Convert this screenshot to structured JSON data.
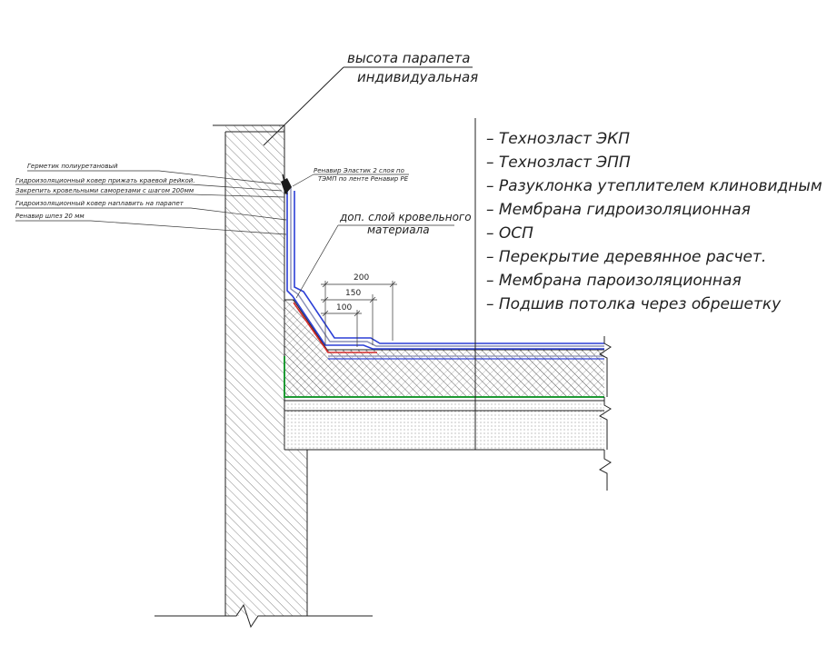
{
  "title": {
    "line1": "высота парапета",
    "line2": "индивидуальная"
  },
  "left_callouts": [
    "Герметик полиуретановый",
    "Гидроизоляционный ковер прижать краевой рейкой.",
    "Закрепить кровельными саморезами с шагом 200мм",
    "Гидроизоляционный ковер наплавить на парапет",
    "Ренавир шпез 20 мм"
  ],
  "top_callout": {
    "line1": "Ренавир Эластик 2 слоя по",
    "line2": "ТЭМП по ленте Ренавир РЕ"
  },
  "extra_layer_callout": {
    "line1": "доп. слой кровельного",
    "line2": "материала"
  },
  "dimensions": [
    "200",
    "150",
    "100"
  ],
  "layers": [
    "– Технозласт ЭКП",
    "– Технозласт ЭПП",
    "– Разуклонка утеплителем клиновидным индивид.",
    "– Мембрана гидроизоляционная",
    "– ОСП",
    "– Перекрытие деревянное расчет.",
    "– Мембрана пароизоляционная",
    "– Подшив потолка через обрешетку"
  ],
  "colors": {
    "membrane_blue": "#2c3fd6",
    "gray_blue": "#8a8fb5",
    "red_layer": "#d42a2a",
    "green_membrane": "#1f9a34",
    "hatch": "#555555",
    "line": "#222222"
  }
}
